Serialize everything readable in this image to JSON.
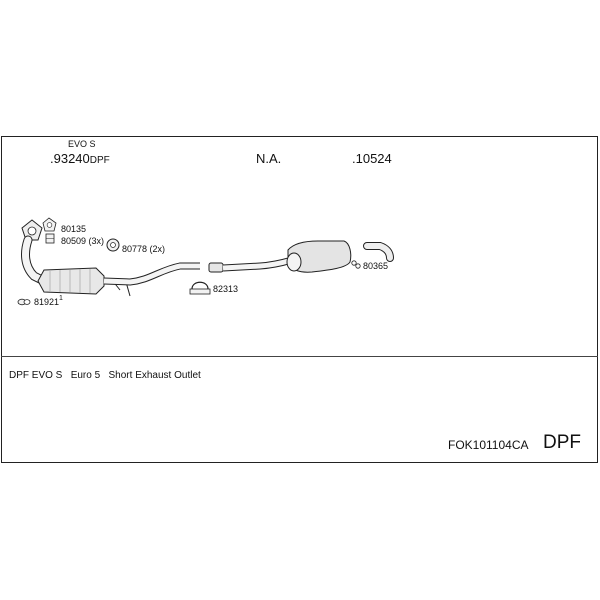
{
  "header": {
    "variant": "EVO S",
    "part_a": ".93240",
    "part_a_suffix": "DPF",
    "part_b": "N.A.",
    "part_c": ".10524"
  },
  "parts": {
    "p80135": "80135",
    "p80509": "80509 (3x)",
    "p80778": "80778 (2x)",
    "p81921": "81921",
    "p81921_sup": "1",
    "p82313": "82313",
    "p80365": "80365"
  },
  "description": {
    "dpf": "DPF EVO S",
    "euro": "Euro 5",
    "outlet": "Short Exhaust Outlet"
  },
  "footer": {
    "code": "FOK101104CA",
    "type": "DPF"
  }
}
